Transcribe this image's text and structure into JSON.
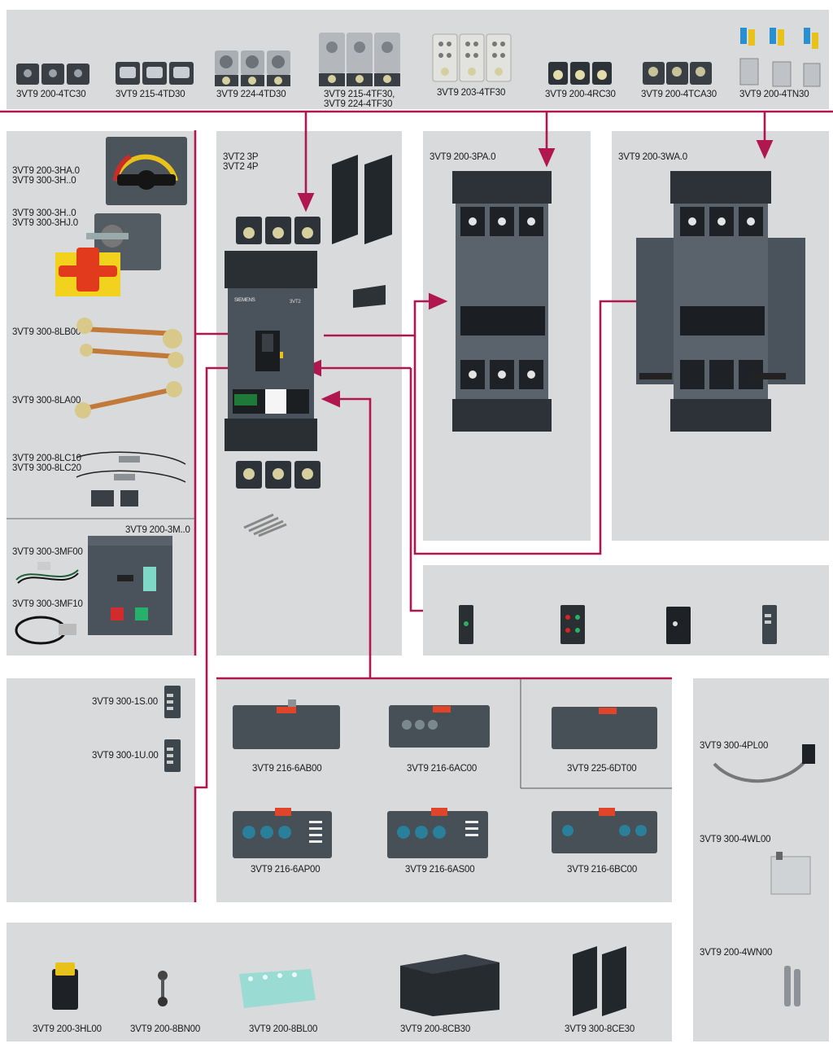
{
  "colors": {
    "panel": "#d9dadb",
    "accent": "#b0174f",
    "device": "#3f4750",
    "device_dark": "#2b3036",
    "label": "#1a1a1a"
  },
  "top_row": {
    "items": [
      {
        "label": "3VT9 200-4TC30"
      },
      {
        "label": "3VT9 215-4TD30"
      },
      {
        "label": "3VT9 224-4TD30"
      },
      {
        "label": "3VT9 215-4TF30,\n3VT9 224-4TF30"
      },
      {
        "label": "3VT9 203-4TF30"
      },
      {
        "label": "3VT9 200-4RC30"
      },
      {
        "label": "3VT9 200-4TCA30"
      },
      {
        "label": "3VT9 200-4TN30"
      }
    ]
  },
  "left_column": {
    "handles": [
      {
        "label": "3VT9 200-3HA.0\n3VT9 300-3H..0"
      },
      {
        "label": "3VT9 300-3H..0\n3VT9 300-3HJ.0"
      }
    ],
    "locks": [
      {
        "label": "3VT9 300-8LB00"
      },
      {
        "label": "3VT9 300-8LA00"
      }
    ],
    "cable_locks": {
      "label": "3VT9 200-8LC10\n3VT9 300-8LC20"
    },
    "motor_operator": {
      "label": "3VT9 200-3M..0"
    },
    "motor_cables": [
      {
        "label": "3VT9 300-3MF00"
      },
      {
        "label": "3VT9 300-3MF10"
      }
    ]
  },
  "breaker": {
    "label": "3VT2 3P\n3VT2 4P",
    "brand": "SIEMENS",
    "model": "3VT2"
  },
  "plug_in": {
    "label": "3VT9 200-3PA.0"
  },
  "withdrawable": {
    "label": "3VT9 200-3WA.0"
  },
  "aux_switches": [
    {
      "label": "3VT9 300-1S.00"
    },
    {
      "label": "3VT9 300-1U.00"
    }
  ],
  "trip_units": [
    {
      "label": "3VT9 216-6AB00"
    },
    {
      "label": "3VT9 216-6AC00"
    },
    {
      "label": "3VT9 225-6DT00"
    },
    {
      "label": "3VT9 216-6AP00"
    },
    {
      "label": "3VT9 216-6AS00"
    },
    {
      "label": "3VT9 216-6BC00"
    }
  ],
  "right_column": [
    {
      "label": "3VT9 300-4PL00"
    },
    {
      "label": "3VT9 300-4WL00"
    },
    {
      "label": "3VT9 200-4WN00"
    }
  ],
  "bottom_row": [
    {
      "label": "3VT9 200-3HL00"
    },
    {
      "label": "3VT9 200-8BN00"
    },
    {
      "label": "3VT9 200-8BL00"
    },
    {
      "label": "3VT9 200-8CB30"
    },
    {
      "label": "3VT9 300-8CE30"
    }
  ]
}
